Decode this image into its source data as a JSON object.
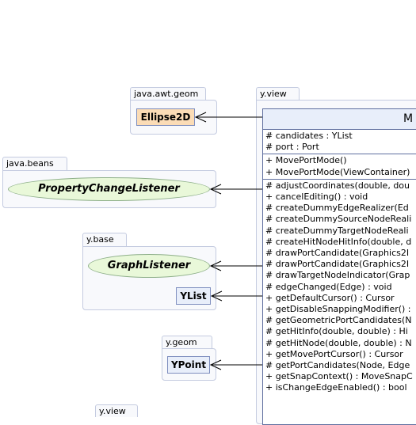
{
  "packages": {
    "awt_geom": "java.awt.geom",
    "beans": "java.beans",
    "ybase": "y.base",
    "ygeom": "y.geom",
    "yview_main": "y.view",
    "yview_bottom": "y.view"
  },
  "classes": {
    "ellipse2d": "Ellipse2D",
    "property_change_listener": "PropertyChangeListener",
    "graph_listener": "GraphListener",
    "ylist": "YList",
    "ypoint": "YPoint"
  },
  "main_class": {
    "title": "M",
    "attributes": [
      "# candidates : YList",
      "# port : Port"
    ],
    "constructors": [
      "+ MovePortMode()",
      "+ MovePortMode(ViewContainer)"
    ],
    "methods": [
      "# adjustCoordinates(double, dou",
      "+ cancelEditing() : void",
      "# createDummyEdgeRealizer(Ed",
      "# createDummySourceNodeReali",
      "# createDummyTargetNodeReali",
      "# createHitNodeHitInfo(double, d",
      "# drawPortCandidate(Graphics2I",
      "# drawPortCandidate(Graphics2I",
      "# drawTargetNodeIndicator(Grap",
      "# edgeChanged(Edge) : void",
      "+ getDefaultCursor() : Cursor",
      "+ getDisableSnappingModifier() :",
      "# getGeometricPortCandidates(N",
      "# getHitInfo(double, double) : Hi",
      "# getHitNode(double, double) : N",
      "+ getMovePortCursor() : Cursor",
      "# getPortCandidates(Node, Edge",
      "+ getSnapContext() : MoveSnapC",
      "+ isChangeEdgeEnabled() : bool"
    ]
  }
}
